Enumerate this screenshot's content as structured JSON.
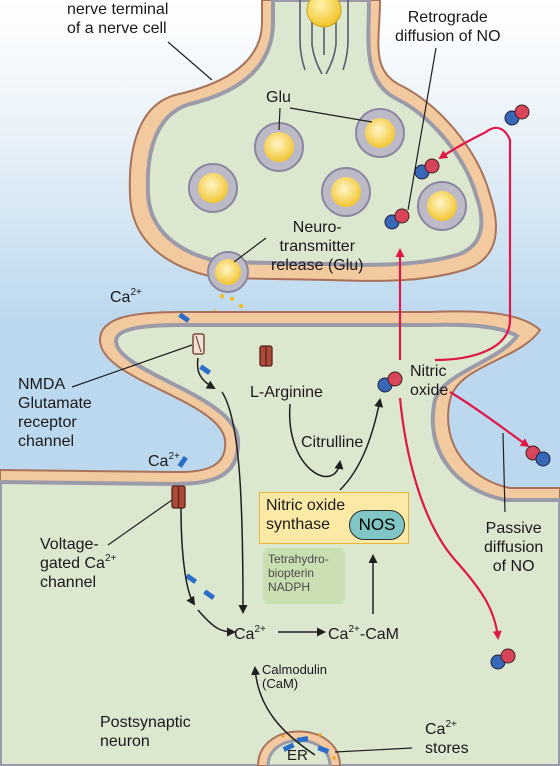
{
  "labels": {
    "nerve_terminal": [
      "nerve terminal",
      "of a nerve cell"
    ],
    "retrograde": [
      "Retrograde",
      "diffusion of NO"
    ],
    "glu": "Glu",
    "neurotransmitter": [
      "Neuro-",
      "transmitter",
      "release (Glu)"
    ],
    "ca_top": "Ca",
    "ca_sup": "2+",
    "nmda": [
      "NMDA",
      "Glutamate",
      "receptor",
      "channel"
    ],
    "l_arginine": "L-Arginine",
    "nitric_oxide": [
      "Nitric",
      "oxide"
    ],
    "citrulline": "Citrulline",
    "ca_mid": "Ca",
    "voltage_gated_1": "Voltage-",
    "voltage_gated_2": "gated Ca",
    "voltage_gated_3": "channel",
    "nos_synthase": [
      "Nitric oxide",
      "synthase"
    ],
    "nos": "NOS",
    "cofactors": [
      "Tetrahydro-",
      "biopterin",
      "NADPH"
    ],
    "passive": [
      "Passive",
      "diffusion",
      "of NO"
    ],
    "ca_center": "Ca",
    "ca_cam_suffix": "-CaM",
    "calmodulin": [
      "Calmodulin",
      "(CaM)"
    ],
    "postsynaptic": [
      "Postsynaptic",
      "neuron"
    ],
    "ca_stores_suffix": "stores",
    "er": "ER"
  },
  "colors": {
    "membrane_outer": "#f3c9a0",
    "membrane_edge": "#a8735a",
    "membrane_inner": "#9a9aa8",
    "cytoplasm": "#dbe7cf",
    "background_blue": "#c6def0",
    "vesicle": "#f6cf3f",
    "arrow_red": "#e0184a",
    "molecule_red": "#d8445a",
    "molecule_blue": "#3867b8",
    "ca_ion": "#2d6fc8",
    "nos_fill": "#7fc6c4"
  }
}
